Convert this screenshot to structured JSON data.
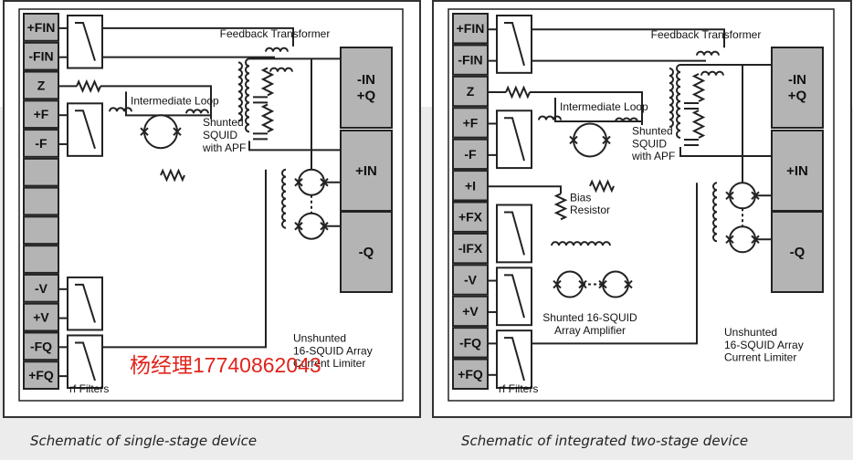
{
  "colors": {
    "background_band": "#ececec",
    "box_fill": "#b4b4b4",
    "line": "#222222",
    "watermark": "#e0241b"
  },
  "left": {
    "pins": [
      "+FIN",
      "-FIN",
      "Z",
      "+F",
      "-F",
      "",
      "",
      "",
      "",
      "-V",
      "+V",
      "-FQ",
      "+FQ"
    ],
    "outputs": [
      "-IN\n+Q",
      "+IN",
      "-Q"
    ],
    "labels": {
      "feedback": "Feedback Transformer",
      "intermediate": "Intermediate Loop",
      "squid": "Shunted\nSQUID\nwith APF",
      "array": "Unshunted\n16-SQUID Array\nCurrent Limiter",
      "rf": "rf Filters"
    },
    "caption": "Schematic of single-stage device"
  },
  "right": {
    "pins": [
      "+FIN",
      "-FIN",
      "Z",
      "+F",
      "-F",
      "+I",
      "+FX",
      "-IFX",
      "-V",
      "+V",
      "-FQ",
      "+FQ"
    ],
    "outputs": [
      "-IN\n+Q",
      "+IN",
      "-Q"
    ],
    "labels": {
      "feedback": "Feedback Transformer",
      "intermediate": "Intermediate Loop",
      "squid": "Shunted\nSQUID\nwith APF",
      "bias": "Bias\nResistor",
      "amp": "Shunted 16-SQUID\nArray Amplifier",
      "array": "Unshunted\n16-SQUID Array\nCurrent Limiter",
      "rf": "rf Filters"
    },
    "caption": "Schematic of  integrated two-stage device"
  },
  "watermark": "杨经理17740862043"
}
